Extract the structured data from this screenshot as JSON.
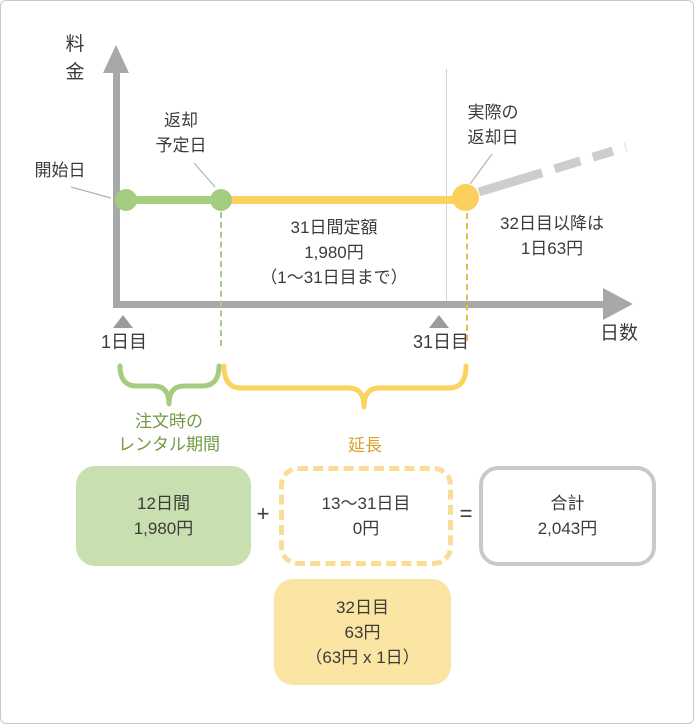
{
  "chart": {
    "y_axis_label": "料金",
    "x_axis_label": "日数",
    "labels": {
      "start_date": "開始日",
      "scheduled_return": "返却\n予定日",
      "actual_return": "実際の\n返却日"
    },
    "notes": {
      "flat_rate": "31日間定額\n1,980円\n（1〜31日目まで）",
      "overage": "32日目以降は\n1日63円"
    },
    "ticks": {
      "day1": "1日目",
      "day31": "31日目"
    },
    "braces": {
      "green_label": "注文時の\nレンタル期間",
      "yellow_label": "延長"
    }
  },
  "calc": {
    "base_box": "12日間\n1,980円",
    "plus": "+",
    "extension_box": "13〜31日目\n0円",
    "equals": "=",
    "total_box": "合計\n2,043円",
    "overage_box": "32日目\n63円\n（63円 x 1日）"
  },
  "colors": {
    "green": "#a5cd7f",
    "green_fill": "#c8dfb0",
    "green_text": "#739b43",
    "yellow": "#fbd35f",
    "yellow_fill": "#fbe5a3",
    "yellow_text": "#d9a02c",
    "axis_gray": "#a8a8a8",
    "dashed_gray": "#cdcdcd",
    "text": "#3b3b3b"
  }
}
